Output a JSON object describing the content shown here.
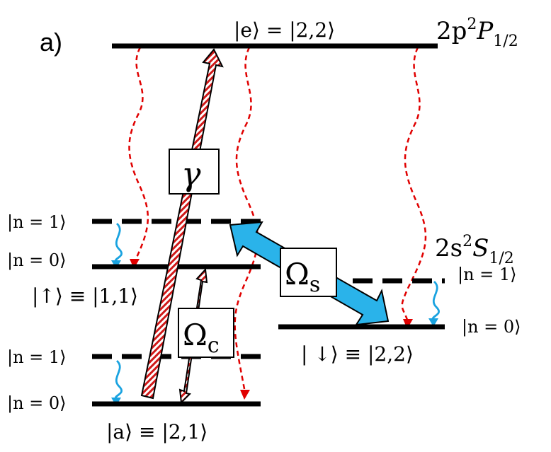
{
  "panel_label": "a)",
  "levels": {
    "excited": {
      "ket": "|e⟩ = |2,2⟩",
      "term": "2p",
      "term_sup": "2",
      "term_main": "P",
      "term_sub": "1/2"
    },
    "ground_term": {
      "term": "2s",
      "term_sup": "2",
      "term_main": "S",
      "term_sub": "1/2"
    },
    "up": {
      "ket": "|↑⟩ ≡ |1,1⟩",
      "n1": "|n = 1⟩",
      "n0": "|n = 0⟩"
    },
    "aux": {
      "ket": "|a⟩ ≡ |2,1⟩",
      "n1": "|n = 1⟩",
      "n0": "|n = 0⟩"
    },
    "down": {
      "ket": "| ↓⟩ ≡ |2,2⟩",
      "n1": "|n = 1⟩",
      "n0": "|n = 0⟩"
    }
  },
  "labels": {
    "gamma": "γ",
    "omega_c": "Ω",
    "omega_c_sub": "c",
    "omega_s": "Ω",
    "omega_s_sub": "s"
  },
  "colors": {
    "levels": "#000000",
    "decay": "#e00000",
    "cooling": "#1aa3e0",
    "arrow_hatch": "#d01818",
    "omega_s_arrow": "#2ab3ea"
  }
}
